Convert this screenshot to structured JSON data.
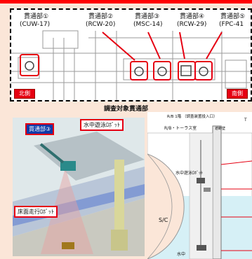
{
  "penetrations": [
    {
      "label": "貫通部①",
      "code": "(CUW-17)"
    },
    {
      "label": "貫通部②",
      "code": "(RCW-20)"
    },
    {
      "label": "貫通部③",
      "code": "(MSC-14)"
    },
    {
      "label": "貫通部④",
      "code": "(RCW-29)"
    },
    {
      "label": "貫通部⑤",
      "code": "(FPC-41"
    }
  ],
  "side_north": "北側",
  "side_south": "南側",
  "caption": "調査対象貫通部",
  "render_labels": {
    "penetration": "貫通部③",
    "underwater_robot": "水中遊泳ﾛﾎﾞｯﾄ",
    "floor_robot": "床面走行ﾛﾎﾞｯﾄ"
  },
  "diagram_labels": {
    "rb1f": "R/B 1階 （調査装置投入口）",
    "rb_torus": "R/B・トーラス室",
    "wall": "遮断壁",
    "robot": "水中遊泳ﾛﾎﾞｯﾄ",
    "sc": "S/C",
    "underwater": "水中",
    "t": "T"
  }
}
